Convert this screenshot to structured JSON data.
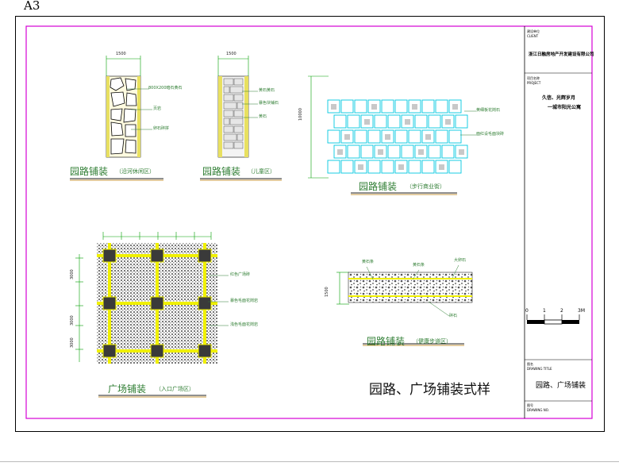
{
  "sheet_label": "A3",
  "main_title": "园路、广场铺装式样",
  "colors": {
    "frame": "#d400d4",
    "annotation": "#2e7d32",
    "cyan_grid": "#00c8e0",
    "yellow_strip": "#f0f000",
    "dim_line": "#00a000"
  },
  "title_block": {
    "company_label": "建设单位",
    "company_label_sub": "CLIENT",
    "company_name": "浙江日融房地产开发建设有限公司",
    "project_label": "项目名称",
    "project_label_sub": "PROJECT",
    "project_name_line1": "久信、光辉岁月",
    "project_name_line2": "一城市阳光公寓",
    "scale_ticks": [
      "0",
      "1",
      "2",
      "3M"
    ],
    "drawing_label": "图名",
    "drawing_label_sub": "DRAWING TITLE",
    "drawing_name": "园路、广场铺装",
    "number_label": "图号",
    "number_label_sub": "DRAWING NO."
  },
  "details": {
    "riverside": {
      "caption": "园路铺装",
      "subcaption": "（沿河休闲区）",
      "dim": "1500",
      "notes": [
        "800X200暗石黄石",
        "页岩",
        "卵石碎拼"
      ]
    },
    "kids": {
      "caption": "园路铺装",
      "subcaption": "（儿童区）",
      "dim": "1500",
      "notes": [
        "黄石黄石",
        "暴色块铺石",
        "黄石"
      ]
    },
    "commercial": {
      "caption": "园路铺装",
      "subcaption": "（步行商业街）",
      "dim": "10000",
      "notes": [
        "黄细板花岗石",
        "面红设毛面块砖"
      ]
    },
    "plaza": {
      "caption": "广场铺装",
      "subcaption": "（入口广场区）",
      "top_dims": [
        "",
        "",
        "",
        "",
        "",
        ""
      ],
      "side_dims": [
        "3000",
        "",
        "3000",
        "3000",
        ""
      ],
      "notes": [
        "红色广场砖",
        "暴色毛面花岗岩",
        "浅色毛面花岗岩"
      ]
    },
    "fitness": {
      "caption": "园路铺装",
      "subcaption": "（健康步道区）",
      "dim": "1500",
      "notes": [
        "黄石条",
        "黄石条",
        "大卵石",
        "碎石"
      ]
    }
  }
}
